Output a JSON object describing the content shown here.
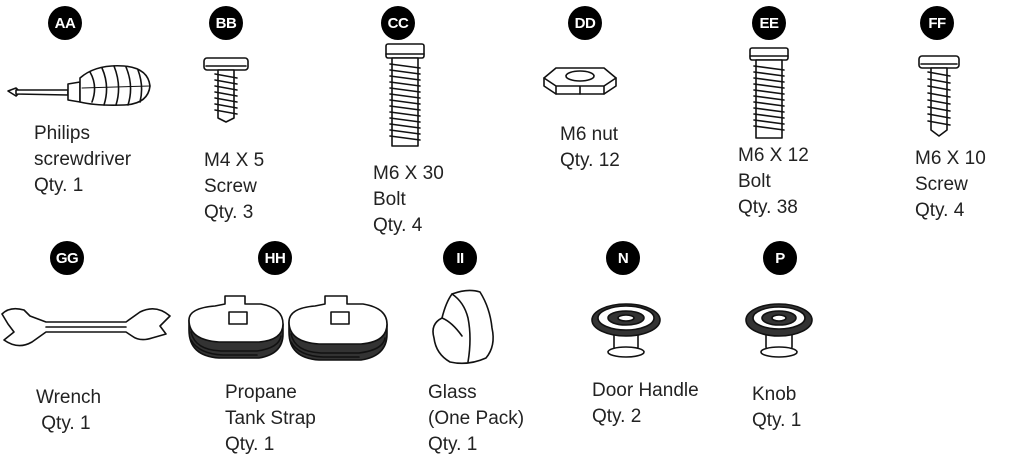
{
  "parts": [
    {
      "code": "AA",
      "lines": [
        "Philips",
        "screwdriver",
        "Qty. 1"
      ],
      "icon": "screwdriver-icon"
    },
    {
      "code": "BB",
      "lines": [
        "M4 X 5",
        "Screw",
        "Qty. 3"
      ],
      "icon": "screw-icon"
    },
    {
      "code": "CC",
      "lines": [
        "M6 X 30",
        "Bolt",
        "Qty. 4"
      ],
      "icon": "long-bolt-icon"
    },
    {
      "code": "DD",
      "lines": [
        "M6 nut",
        "Qty. 12"
      ],
      "icon": "hex-nut-icon"
    },
    {
      "code": "EE",
      "lines": [
        "M6 X 12",
        "Bolt",
        "Qty. 38"
      ],
      "icon": "bolt-icon"
    },
    {
      "code": "FF",
      "lines": [
        "M6 X 10",
        "Screw",
        "Qty. 4"
      ],
      "icon": "screw-icon"
    },
    {
      "code": "GG",
      "lines": [
        "Wrench",
        " Qty. 1"
      ],
      "icon": "wrench-icon"
    },
    {
      "code": "HH",
      "lines": [
        "Propane",
        "Tank Strap",
        "Qty. 1"
      ],
      "icon": "tank-strap-icon"
    },
    {
      "code": "II",
      "lines": [
        "Glass",
        "(One Pack)",
        "Qty. 1"
      ],
      "icon": "glass-icon"
    },
    {
      "code": "N",
      "lines": [
        "Door Handle",
        "Qty. 2"
      ],
      "icon": "door-handle-icon"
    },
    {
      "code": "P",
      "lines": [
        "Knob",
        "Qty. 1"
      ],
      "icon": "knob-icon"
    }
  ]
}
